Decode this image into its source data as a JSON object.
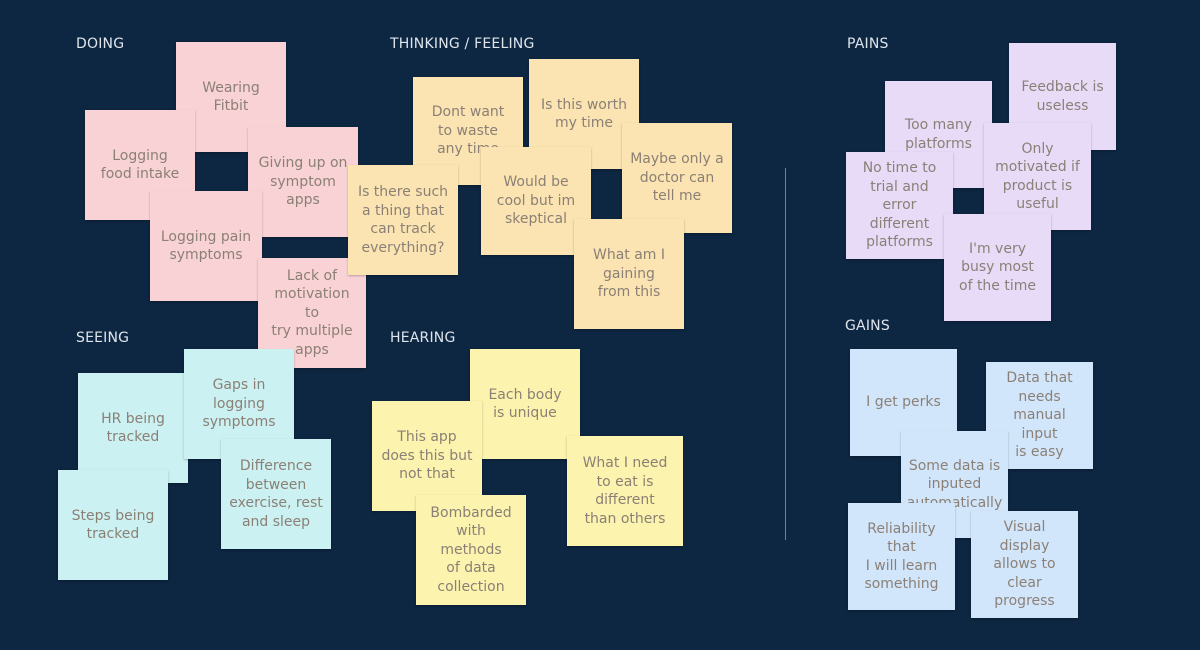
{
  "colors": {
    "background": "#0d2641",
    "doing": "#f9d2d5",
    "thinking": "#fbe4b2",
    "seeing": "#cbf1f2",
    "hearing": "#fbf3ae",
    "pains": "#e7dbf8",
    "gains": "#d2e6fb",
    "note_text": "#8b8076"
  },
  "sections": {
    "doing": "DOING",
    "thinking": "THINKING / FEELING",
    "seeing": "SEEING",
    "hearing": "HEARING",
    "pains": "PAINS",
    "gains": "GAINS"
  },
  "notes": {
    "doing": [
      "Wearing\nFitbit",
      "Logging\nfood intake",
      "Giving up on\nsymptom\napps",
      "Logging pain\nsymptoms",
      "Lack of\nmotivation to\ntry multiple\napps"
    ],
    "thinking": [
      "Dont want\nto waste\nany time",
      "Is this worth\nmy time",
      "Maybe only a\ndoctor can\ntell me",
      "Would be\ncool but im\nskeptical",
      "Is there such\na thing that\ncan track\neverything?",
      "What am I\ngaining\nfrom this"
    ],
    "seeing": [
      "HR being\ntracked",
      "Gaps in\nlogging\nsymptoms",
      "Steps being\ntracked",
      "Difference\nbetween\nexercise, rest\nand sleep"
    ],
    "hearing": [
      "Each body\nis unique",
      "This app\ndoes this but\nnot that",
      "What I need\nto eat is\ndifferent\nthan others",
      "Bombarded\nwith methods\nof data\ncollection"
    ],
    "pains": [
      "Feedback is\nuseless",
      "Too many\nplatforms",
      "Only\nmotivated if\nproduct is\nuseful",
      "No time to\ntrial and error\ndifferent\nplatforms",
      "I'm very\nbusy most\nof the time"
    ],
    "gains": [
      "I get perks",
      "Data that\nneeds\nmanual input\nis easy",
      "Some data is\ninputed\nautomatically",
      "Reliability that\nI will learn\nsomething",
      "Visual display\nallows to clear\nprogress"
    ]
  }
}
